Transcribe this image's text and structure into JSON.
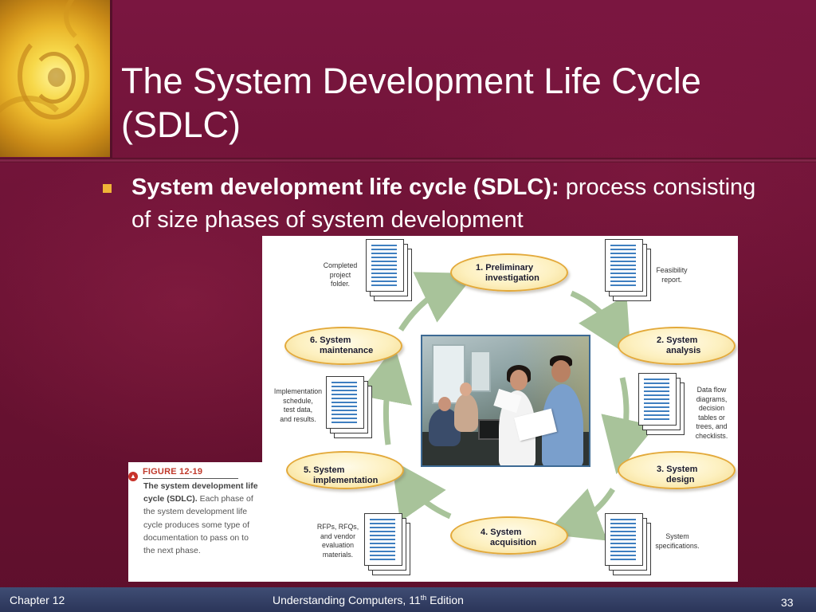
{
  "slide": {
    "title_line1": "The System Development Life Cycle",
    "title_line2": "(SDLC)",
    "bullet_term": "System development life cycle (SDLC):",
    "bullet_def": " process consisting of size phases of system development"
  },
  "figure": {
    "caption": {
      "heading": "FIGURE 12-19",
      "bold_text": "The system development life cycle (SDLC).",
      "text": " Each phase of the system development life cycle produces some type of documentation to pass on to the next phase."
    },
    "phases": [
      {
        "line1": "1. Preliminary",
        "line2": "investigation"
      },
      {
        "line1": "2. System",
        "line2": "analysis"
      },
      {
        "line1": "3. System",
        "line2": "design"
      },
      {
        "line1": "4. System",
        "line2": "acquisition"
      },
      {
        "line1": "5. System",
        "line2": "implementation"
      },
      {
        "line1": "6. System",
        "line2": "maintenance"
      }
    ],
    "documents": [
      {
        "lines": [
          "Completed",
          "project",
          "folder."
        ]
      },
      {
        "lines": [
          "Feasibility",
          "report."
        ]
      },
      {
        "lines": [
          "Data flow",
          "diagrams,",
          "decision",
          "tables or",
          "trees, and",
          "checklists."
        ]
      },
      {
        "lines": [
          "System",
          "specifications."
        ]
      },
      {
        "lines": [
          "RFPs, RFQs,",
          "and vendor",
          "evaluation",
          "materials."
        ]
      },
      {
        "lines": [
          "Implementation",
          "schedule,",
          "test data,",
          "and results."
        ]
      }
    ],
    "colors": {
      "arrow": "#a8c39a",
      "phase_border": "#e3a93a",
      "doc_lines": "#3f7fc0"
    }
  },
  "footer": {
    "left": "Chapter 12",
    "center_main": "Understanding Computers, 11",
    "center_sup": "th",
    "center_tail": " Edition",
    "page_number": "33"
  }
}
